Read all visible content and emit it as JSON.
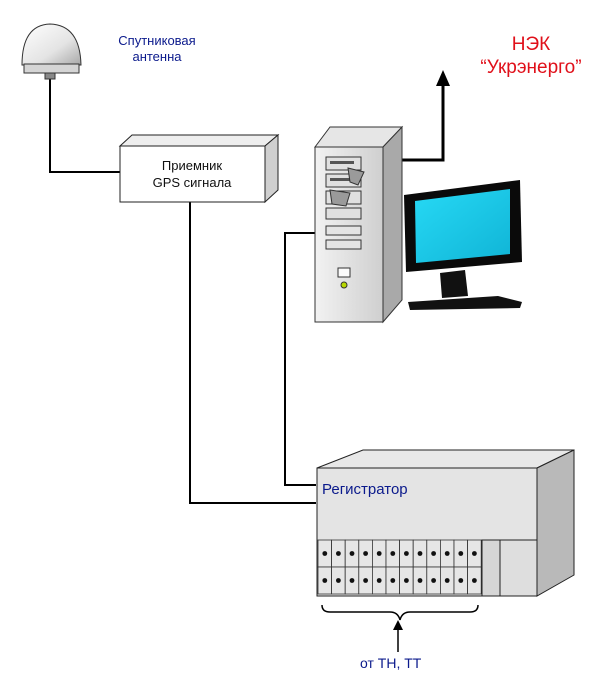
{
  "antenna": {
    "line1": "Спутниковая",
    "line2": "антенна"
  },
  "nek": {
    "line1": "НЭК",
    "line2": "“Укрэнерго”"
  },
  "gps_receiver": {
    "line1": "Приемник",
    "line2": "GPS сигнала"
  },
  "registrator": {
    "label": "Регистратор"
  },
  "inputs": {
    "label": "от ТН, ТТ"
  },
  "colors": {
    "label_blue": "#0b1a8c",
    "label_red": "#e0101a",
    "screen": "#1ad0ee",
    "wire": "#000000"
  }
}
